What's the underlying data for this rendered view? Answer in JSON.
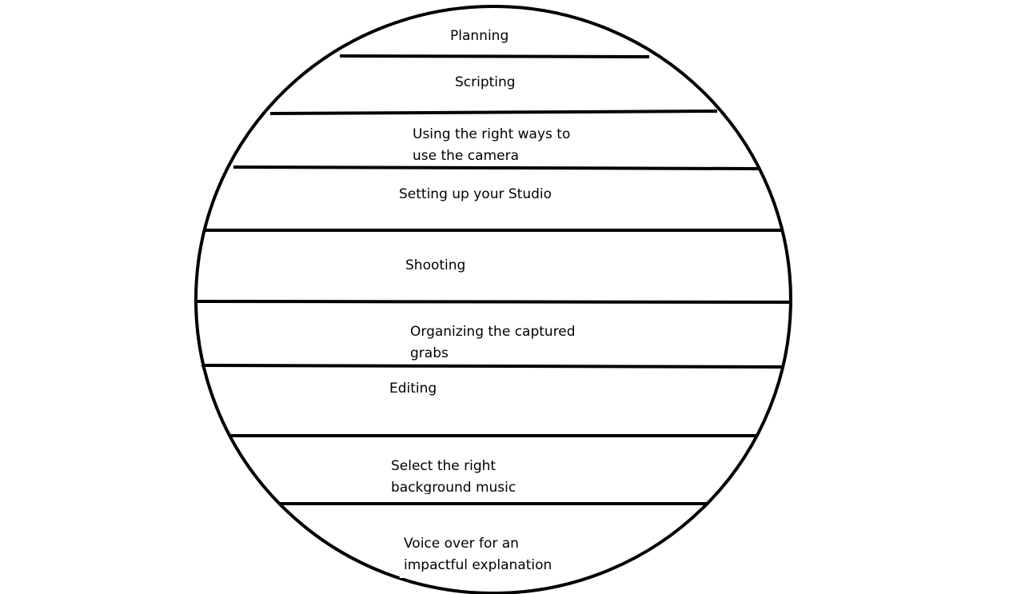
{
  "diagram": {
    "title": "Video production steps",
    "layers": [
      {
        "lines": [
          "Planning"
        ]
      },
      {
        "lines": [
          "Scripting"
        ]
      },
      {
        "lines": [
          "Using the right ways to",
          "use the camera"
        ]
      },
      {
        "lines": [
          "Setting up your Studio"
        ]
      },
      {
        "lines": [
          "Shooting"
        ]
      },
      {
        "lines": [
          "Organizing the captured",
          "grabs"
        ]
      },
      {
        "lines": [
          "Editing"
        ]
      },
      {
        "lines": [
          "Select the right",
          "background music"
        ]
      },
      {
        "lines": [
          "Voice over for an",
          "impactful explanation"
        ]
      }
    ]
  }
}
